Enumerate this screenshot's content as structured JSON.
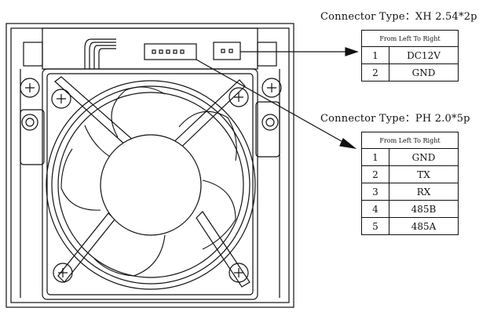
{
  "connectors": [
    {
      "title": "Connector Type：XH 2.54*2p",
      "header": "From Left To Right",
      "pins": [
        {
          "num": "1",
          "signal": "DC12V"
        },
        {
          "num": "2",
          "signal": "GND"
        }
      ]
    },
    {
      "title": "Connector Type：PH 2.0*5p",
      "header": "From Left To Right",
      "pins": [
        {
          "num": "1",
          "signal": "GND"
        },
        {
          "num": "2",
          "signal": "TX"
        },
        {
          "num": "3",
          "signal": "RX"
        },
        {
          "num": "4",
          "signal": "485B"
        },
        {
          "num": "5",
          "signal": "485A"
        }
      ]
    }
  ],
  "colors": {
    "line": "#111111",
    "background": "#ffffff"
  }
}
